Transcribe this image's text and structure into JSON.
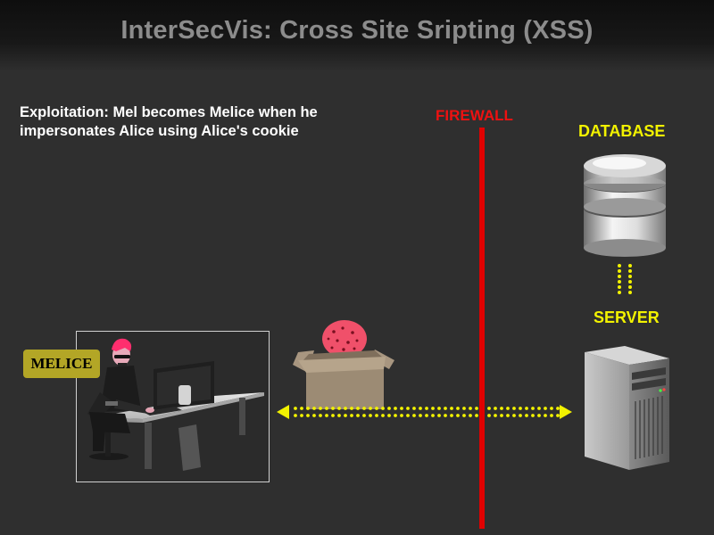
{
  "header": {
    "title": "InterSecVis: Cross Site Sripting (XSS)"
  },
  "caption": {
    "line1": "Exploitation: Mel becomes Melice when he",
    "line2": "impersonates Alice using Alice's cookie"
  },
  "labels": {
    "firewall": "FIREWALL",
    "database": "DATABASE",
    "server": "SERVER",
    "attacker": "MELICE"
  },
  "colors": {
    "firewall": "#e00000",
    "accent_yellow": "#f2f200",
    "label_badge": "#b3a626",
    "cookie": "#f0506a"
  },
  "icons": [
    "attacker-at-desk",
    "box-with-cookie",
    "database-icon",
    "server-tower-icon",
    "bidirectional-arrow"
  ]
}
